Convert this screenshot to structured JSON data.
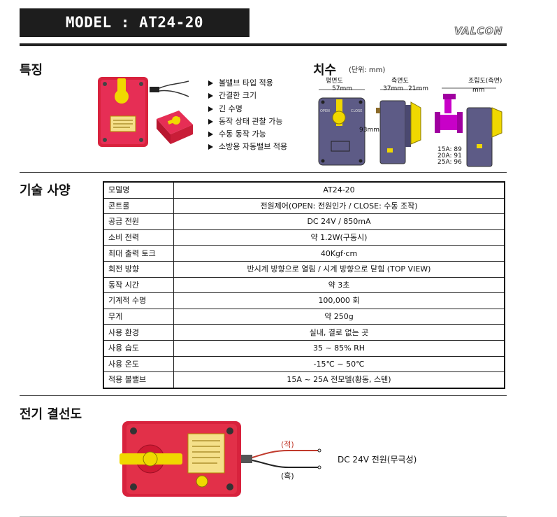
{
  "header": {
    "model": "MODEL : AT24-20",
    "brand": "VALCON"
  },
  "features": {
    "title": "특징",
    "items": [
      "볼밸브 타입 적용",
      "간결한 크기",
      "긴 수명",
      "동작 상태 관찰 가능",
      "수동 동작 가능",
      "소방용 자동밸브 적용"
    ]
  },
  "dimensions": {
    "title": "치수",
    "unit": "(단위: mm)",
    "views": [
      "평면도",
      "측면도",
      "조립도(측면)"
    ],
    "width": "57mm",
    "height": "93mm",
    "side_depth": "37mm",
    "side_knob": "21mm",
    "assembly_dim": "mm",
    "sizes": [
      "15A: 89",
      "20A: 91",
      "25A: 96"
    ],
    "open_mark": "OPEN",
    "close_mark": "CLOSE"
  },
  "specs": {
    "title": "기술 사양",
    "rows": [
      {
        "k": "모델명",
        "v": "AT24-20"
      },
      {
        "k": "콘트롤",
        "v": "전원제어(OPEN: 전원인가 / CLOSE: 수동 조작)"
      },
      {
        "k": "공급 전원",
        "v": "DC 24V / 850mA"
      },
      {
        "k": "소비 전력",
        "v": "약 1.2W(구동시)"
      },
      {
        "k": "최대 출력 토크",
        "v": "40Kgf·cm"
      },
      {
        "k": "회전 방향",
        "v": "반시계 방향으로 열림 / 시계 방향으로 닫힘 (TOP VIEW)"
      },
      {
        "k": "동작 시간",
        "v": "약 3초"
      },
      {
        "k": "기계적 수명",
        "v": "100,000 회"
      },
      {
        "k": "무게",
        "v": "약 250g"
      },
      {
        "k": "사용 환경",
        "v": "실내, 결로 없는 곳"
      },
      {
        "k": "사용 습도",
        "v": "35 ~ 85% RH"
      },
      {
        "k": "사용 온도",
        "v": "-15℃ ~ 50℃"
      },
      {
        "k": "적용 볼밸브",
        "v": "15A ~ 25A 전모델(황동, 스텐)"
      }
    ]
  },
  "wiring": {
    "title": "전기 결선도",
    "red_label": "(적)",
    "black_label": "(흑)",
    "supply": "DC 24V 전원(무극성)"
  },
  "colors": {
    "body_red": "#d8223d",
    "knob_yellow": "#f0d800",
    "housing_slate": "#5d5b86",
    "valve_magenta": "#c800c8"
  }
}
